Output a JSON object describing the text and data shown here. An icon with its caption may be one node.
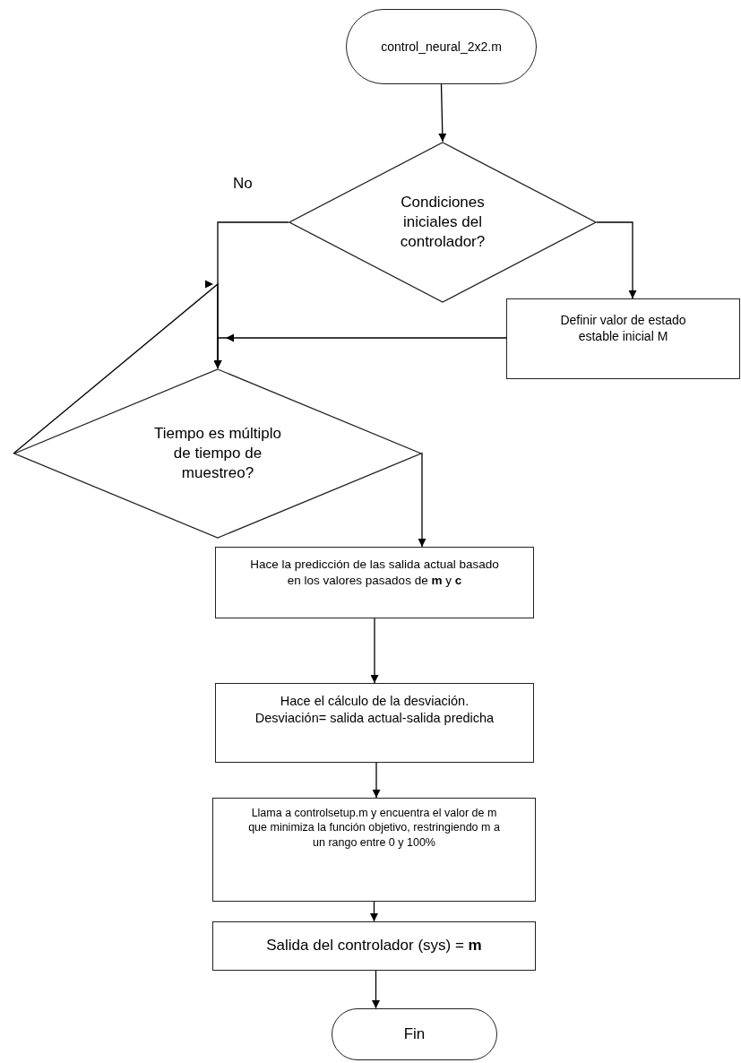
{
  "diagram": {
    "nodes": [
      {
        "text": [
          "control_neural_2x2.m"
        ]
      },
      {
        "text": [
          "Condiciones iniciales del controlador?"
        ]
      },
      {
        "text": [
          "Definir valor de estado estable inicial M"
        ]
      },
      {
        "text": [
          "Tiempo es múltiplo de tiempo de muestreo?"
        ]
      },
      {
        "text": [
          "Hace la predicción de las salida actual basado en los valores pasados de **m** y **c**"
        ]
      },
      {
        "text": [
          "Hace el cálculo de la desviación. Desviación= salida actual-salida predicha"
        ]
      },
      {
        "text": [
          "Llama a controlsetup.m y encuentra el valor de m que minimiza la función objetivo, restringiendo m a un rango entre 0 y 100%"
        ]
      },
      {
        "text": [
          "Salida del controlador (sys) = **m**"
        ]
      },
      {
        "text": [
          "Fin"
        ]
      }
    ],
    "edges": [
      {
        "from": 0,
        "to": 1,
        "arrow": "to"
      },
      {
        "from": 1,
        "to": 3,
        "arrow": "to",
        "label": "No"
      },
      {
        "from": 1,
        "to": 2,
        "arrow": "to"
      },
      {
        "from": 2,
        "to": 3,
        "arrow": "to"
      },
      {
        "from": 3,
        "to": 3,
        "arrow": "to"
      },
      {
        "from": 3,
        "to": 4,
        "arrow": "to"
      },
      {
        "from": 4,
        "to": 5,
        "arrow": "to"
      },
      {
        "from": 5,
        "to": 6,
        "arrow": "to"
      },
      {
        "from": 6,
        "to": 7,
        "arrow": "to"
      },
      {
        "from": 7,
        "to": 8,
        "arrow": "to"
      }
    ]
  }
}
